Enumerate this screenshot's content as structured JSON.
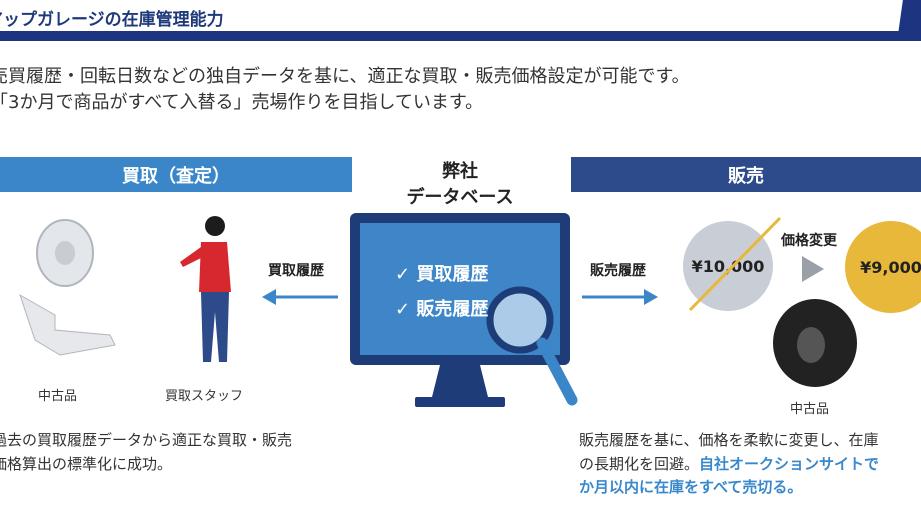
{
  "header": {
    "title": "アップガレージの在庫管理能力"
  },
  "lead": [
    "売買履歴・回転日数などの独自データを基に、適正な買取・販売価格設定が可能です。",
    "「3か月で商品がすべて入替る」売場作りを目指しています。"
  ],
  "purchase": {
    "header": "買取（査定）",
    "arrow_label": "買取履歴",
    "item_caption": "中古品",
    "staff_caption": "買取スタッフ",
    "description": [
      "過去の買取履歴データから適正な買取・販売",
      "価格算出の標準化に成功。"
    ]
  },
  "database": {
    "title_line1": "弊社",
    "title_line2": "データベース",
    "items": [
      "✓ 買取履歴",
      "✓ 販売履歴"
    ]
  },
  "sales": {
    "header": "販売",
    "arrow_label": "販売履歴",
    "price_change_label": "価格変更",
    "old_price": "¥10,000",
    "new_price": "¥9,000",
    "item_caption": "中古品",
    "description_line1": "販売履歴を基に、価格を柔軟に変更し、在庫",
    "description_line2_plain": "の長期化を回避。",
    "description_line2_highlight": "自社オークションサイトで",
    "description_line3_highlight": "か月以内に在庫をすべて売切る。"
  },
  "colors": {
    "navy": "#1d3580",
    "blue": "#3b86c8",
    "yellow": "#e8b83a",
    "gray": "#c8cdd6"
  }
}
